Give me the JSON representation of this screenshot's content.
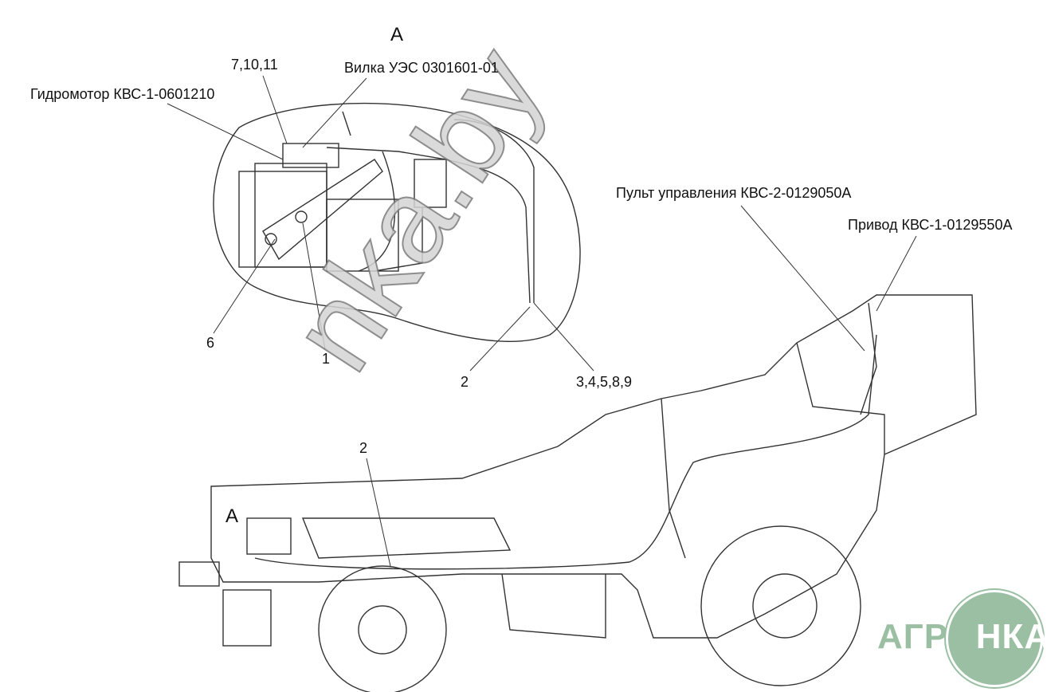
{
  "view_label": "А",
  "labels": {
    "callout_7_10_11": "7,10,11",
    "fork": "Вилка УЭС 0301601-01",
    "hydromotor": "Гидромотор КВС-1-0601210",
    "control_panel": "Пульт управления КВС-2-0129050А",
    "drive": "Привод КВС-1-0129550А",
    "callout_6": "6",
    "callout_1": "1",
    "callout_2_detail": "2",
    "callout_3_4_5_8_9": "3,4,5,8,9",
    "callout_2_main": "2",
    "view_marker": "А"
  },
  "watermark": "nka.by",
  "logo": {
    "text": "АГРОНКА",
    "color": "#9bbfa3"
  }
}
